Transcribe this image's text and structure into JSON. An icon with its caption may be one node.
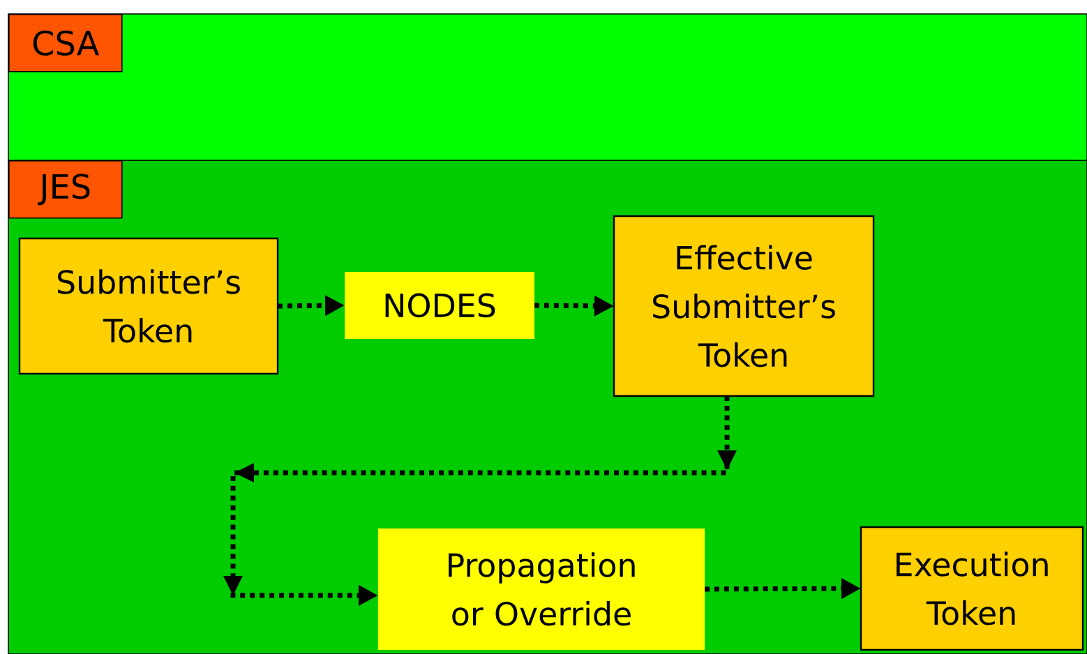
{
  "diagram": {
    "nodes": [
      {
        "text": [
          "CSA"
        ]
      },
      {
        "text": [
          "JES"
        ]
      },
      {
        "text": [
          "Submitter’s Token"
        ],
        "in": 1
      },
      {
        "text": [
          "NODES"
        ],
        "in": 1
      },
      {
        "text": [
          "Effective Submitter’s Token"
        ],
        "in": 1
      },
      {
        "text": [
          "Propagation or Override"
        ],
        "in": 1
      },
      {
        "text": [
          "Execution Token"
        ],
        "in": 1
      }
    ],
    "edges": [
      {
        "from": 2,
        "to": 3,
        "arrow": "to"
      },
      {
        "from": 3,
        "to": 4,
        "arrow": "to"
      },
      {
        "from": 4,
        "to": 5,
        "arrow": "to"
      },
      {
        "from": 5,
        "to": 6,
        "arrow": "to"
      }
    ]
  }
}
